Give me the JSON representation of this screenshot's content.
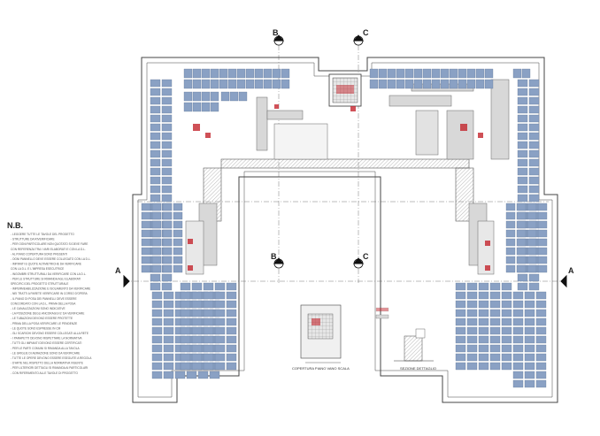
{
  "colors": {
    "panel": "#8aa1c4",
    "panel_edge": "#5a6f92",
    "wall": "#444444",
    "duct": "#9a9a9a",
    "accent_red": "#c4262e",
    "hatch": "#777777"
  },
  "notes": {
    "heading": "N.B.",
    "lines": [
      "- LEGGERE TUTTE LE TAVOLE DEL PROGETTO",
      "- STRUTTURE DA RIVERIFICARE",
      "- PER OGNI PARTICOLARE NON QUOTATO SI DEVE FARE",
      "  CON REFERENZA TRA I VARI ELABORATI E CON LA D.L.",
      "- AL PIANO COPERTURA SONO PRESENTI",
      "- OGNI PANNELLO DEVE ESSERE COLLEGATO CON LA D.L.",
      "- IMPIANTI E QUOTE ALTIMETRICHE DA VERIFICARE",
      "  CON LA D.L. E L'IMPRESA ESECUTRICE",
      "- INGOMBRI STRUTTURALI DA VERIFICARE CON LA D.L.",
      "- PER LE STRUTTURE SI RIMANDA AGLI ELABORATI",
      "  SPECIFICI DEL PROGETTO STRUTTURALE",
      "- IMPERMEABILIZZAZIONE E ISOLAMENTO DA VERIFICARE",
      "- NEI TRATTI A PARETE VERIFICARE IN CORSO D'OPERA",
      "- IL PIANO DI POSA DEI PANNELLI DEVE ESSERE",
      "  CONCORDATO CON LA D.L. PRIMA DELLA POSA",
      "- LE CANALIZZAZIONI SONO INDICATIVE",
      "- LA POSIZIONE DEGLI ANCORAGGI E' DA VERIFICARE",
      "- LE TUBAZIONI DEVONO ESSERE PROTETTE",
      "- PRIMA DELLA POSA VERIFICARE LE PENDENZE",
      "- LE QUOTE SONO ESPRESSE IN CM",
      "- GLI SCARICHI DEVONO ESSERE COLLEGATI ALLA RETE",
      "- I PARAPETTI DEVONO RISPETTARE LA NORMATIVA",
      "- TUTTI GLI IMPIANTI DEVONO ESSERE CERTIFICATI",
      "- PER LE PARTI COMUNI SI RIMANDA ALLA TAVOLA",
      "- LE GRIGLIE DI AERAZIONE SONO DA VERIFICARE",
      "- TUTTE LE OPERE DEVONO ESSERE ESEGUITE A REGOLA",
      "- D'ARTE NEL RISPETTO DELLA NORMATIVA VIGENTE",
      "- PER ULTERIORI DETTAGLI SI RIMANDA AI PARTICOLARI",
      "- CON RIFERIMENTO ALLE TAVOLE DI PROGETTO"
    ]
  },
  "section_marks": {
    "top_left": "B",
    "top_right": "C",
    "mid_left": "B",
    "mid_right": "C",
    "side_left": "A",
    "side_right": "A"
  },
  "labels": {
    "vano_scala": "COPERTURA PIANO VANO SCALA",
    "sezione": "SEZIONE DETTAGLIO"
  }
}
